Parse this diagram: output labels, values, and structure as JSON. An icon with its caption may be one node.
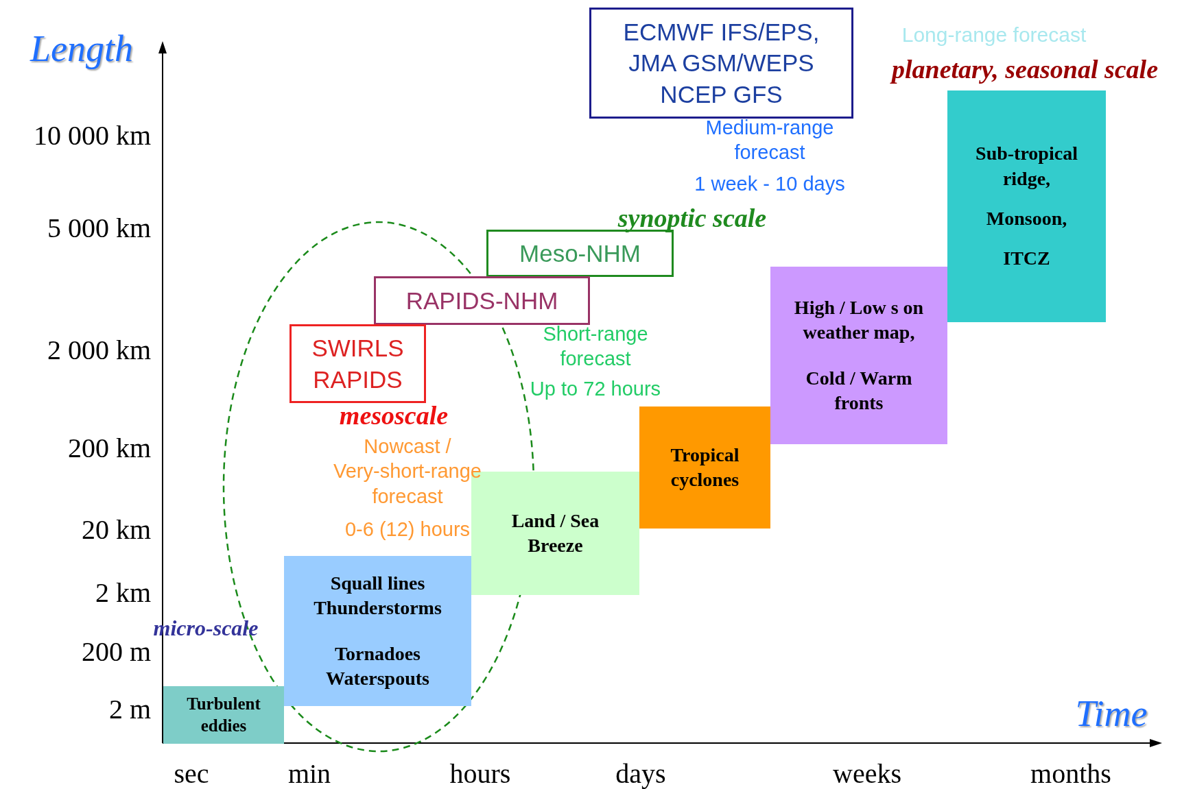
{
  "diagram": {
    "nodes": [
      {
        "text": [
          "ECMWF IFS/EPS, JMA GSM/WEPS NCEP GFS"
        ]
      },
      {
        "text": [
          "Sub-tropical ridge,",
          "Monsoon,",
          "ITCZ"
        ]
      },
      {
        "text": [
          "Meso-NHM"
        ]
      },
      {
        "text": [
          "RAPIDS-NHM"
        ]
      },
      {
        "text": [
          "High / Low s on weather map,",
          "Cold / Warm fronts"
        ]
      },
      {
        "text": [
          "SWIRLS RAPIDS"
        ]
      },
      {
        "text": [
          "Tropical cyclones"
        ]
      },
      {
        "text": [
          "Land / Sea Breeze"
        ]
      },
      {
        "text": [
          "Squall lines Thunderstorms",
          "Tornadoes Waterspouts"
        ]
      },
      {
        "text": [
          "Turbulent eddies"
        ]
      }
    ],
    "edges": [],
    "labels": [
      "Length",
      "Long-range forecast",
      "planetary, seasonal scale",
      "10 000 km",
      "Medium-range forecast",
      "1 week - 10 days",
      "5 000 km",
      "synoptic scale",
      "2 000 km",
      "Short-range forecast",
      "Up to 72 hours",
      "mesoscale",
      "200 km",
      "Nowcast / Very-short-range forecast",
      "0-6 (12) hours",
      "20 km",
      "2 km",
      "micro-scale",
      "200 m",
      "Time",
      "2 m",
      "sec",
      "min",
      "hours",
      "days",
      "weeks",
      "months"
    ]
  }
}
